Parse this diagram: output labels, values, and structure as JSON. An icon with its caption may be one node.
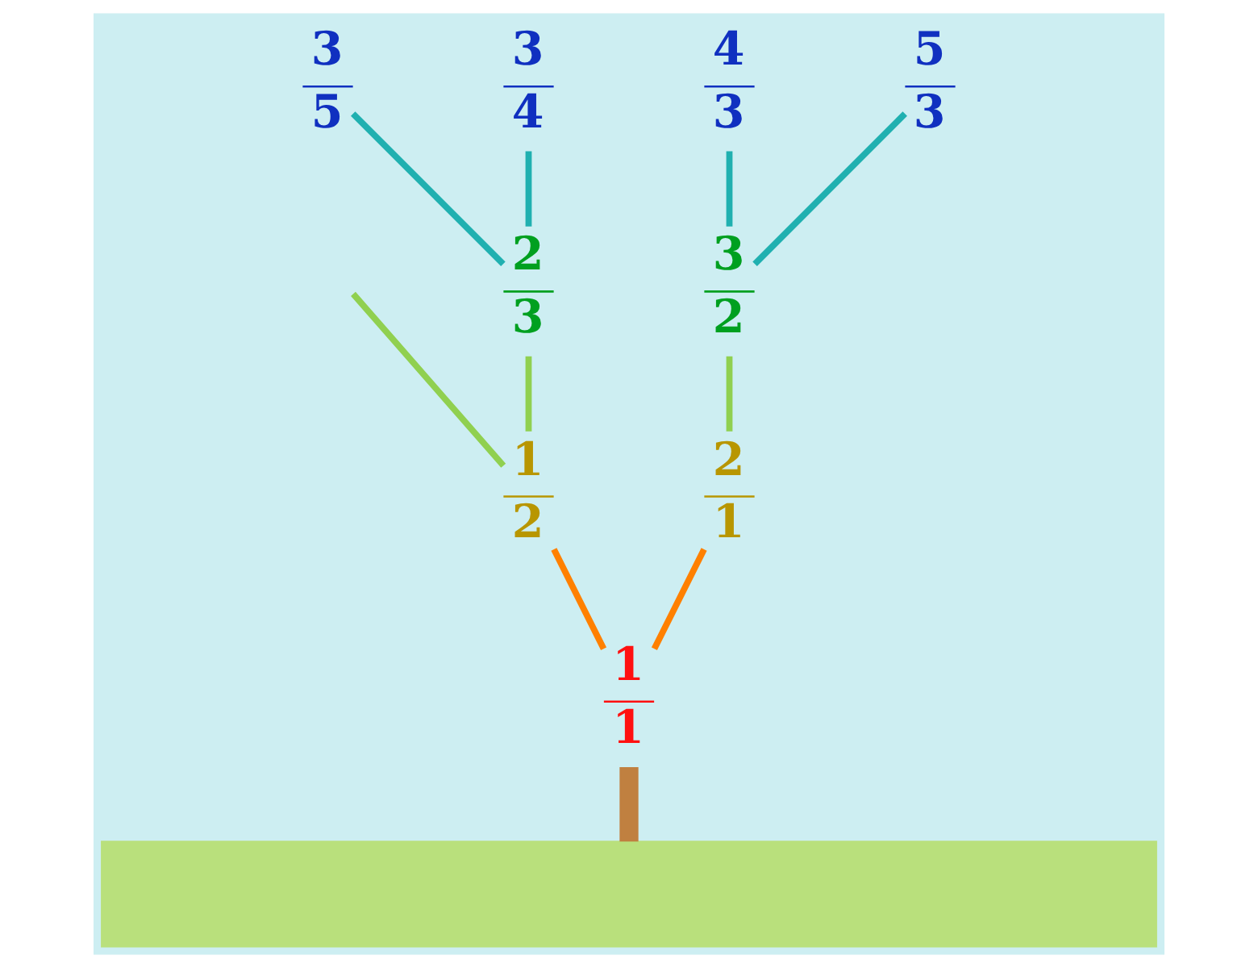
{
  "diagram": {
    "nodes": [
      {
        "text": [
          "3",
          "5"
        ]
      },
      {
        "text": [
          "3",
          "4"
        ]
      },
      {
        "text": [
          "4",
          "3"
        ]
      },
      {
        "text": [
          "5",
          "3"
        ]
      },
      {
        "text": [
          "2",
          "3"
        ]
      },
      {
        "text": [
          "3",
          "2"
        ]
      },
      {
        "text": [
          "1",
          "2"
        ]
      },
      {
        "text": [
          "2",
          "1"
        ]
      },
      {
        "text": [
          "1",
          "1"
        ]
      },
      {
        "text": [],
        "shape": "band"
      }
    ],
    "edges": [
      {
        "from": 8,
        "to": 6,
        "arrow": "none",
        "color": "#ff8000"
      },
      {
        "from": 8,
        "to": 7,
        "arrow": "none",
        "color": "#ff8000"
      },
      {
        "from": 6,
        "to": null,
        "arrow": "none",
        "color": "#90d050"
      },
      {
        "from": 6,
        "to": 4,
        "arrow": "none",
        "color": "#90d050"
      },
      {
        "from": 7,
        "to": 5,
        "arrow": "none",
        "color": "#90d050"
      },
      {
        "from": 4,
        "to": 0,
        "arrow": "none",
        "color": "#20b0b0"
      },
      {
        "from": 4,
        "to": 1,
        "arrow": "none",
        "color": "#20b0b0"
      },
      {
        "from": 5,
        "to": 2,
        "arrow": "none",
        "color": "#20b0b0"
      },
      {
        "from": 5,
        "to": 3,
        "arrow": "none",
        "color": "#20b0b0"
      },
      {
        "from": 9,
        "to": 8,
        "arrow": "none",
        "style": "thick",
        "color": "#c08040"
      }
    ]
  }
}
